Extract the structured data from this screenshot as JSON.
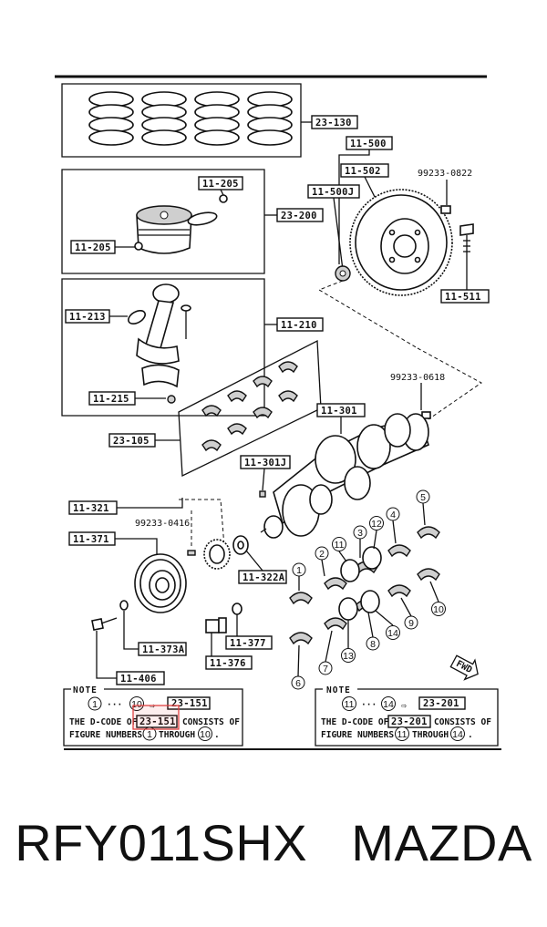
{
  "labels": {
    "piston_ring_set": "23-130",
    "flywheel_assy": "11-500",
    "flywheel": "11-502",
    "pilot_bearing": "11-500J",
    "flywheel_dowel_code": "99233-0822",
    "flywheel_bolt": "11-511",
    "piston_pin_clip_top": "11-205",
    "piston_pin_clip_left": "11-205",
    "piston_assy": "23-200",
    "conrod_bushing": "11-213",
    "conrod": "11-210",
    "conrod_nut": "11-215",
    "conrod_bearing_set": "23-105",
    "crank_dowel_code": "99233-0618",
    "crankshaft": "11-301",
    "crank_key": "11-301J",
    "timing_gear": "11-321",
    "timing_gear_key_code": "99233-0416",
    "pulley": "11-371",
    "pulley_key": "11-322A",
    "pulley_washer": "11-373A",
    "pulley_bolt": "11-406",
    "crank_plug": "11-376",
    "crank_washer": "11-377"
  },
  "circled_numbers": [
    "1",
    "2",
    "3",
    "4",
    "5",
    "6",
    "7",
    "8",
    "9",
    "10",
    "11",
    "12",
    "13",
    "14"
  ],
  "fwd_label": "FWD",
  "note_left": {
    "header": "NOTE",
    "range_from": "1",
    "range_sep": "···",
    "range_to": "10",
    "arrow": "⇨",
    "code": "23-151",
    "line1_pre": "THE D-CODE OF",
    "line1_code": "23-151",
    "line1_post": "CONSISTS OF",
    "line2_pre": "FIGURE NUMBERS",
    "line2_from": "1",
    "line2_mid": "THROUGH",
    "line2_to": "10",
    "line2_end": "."
  },
  "note_right": {
    "header": "NOTE",
    "range_from": "11",
    "range_sep": "···",
    "range_to": "14",
    "arrow": "⇨",
    "code": "23-201",
    "line1_pre": "THE D-CODE OF",
    "line1_code": "23-201",
    "line1_post": "CONSISTS OF",
    "line2_pre": "FIGURE NUMBERS",
    "line2_from": "11",
    "line2_mid": "THROUGH",
    "line2_to": "14",
    "line2_end": "."
  },
  "footer": {
    "part_code": "RFY011SHX",
    "brand": "MAZDA"
  }
}
